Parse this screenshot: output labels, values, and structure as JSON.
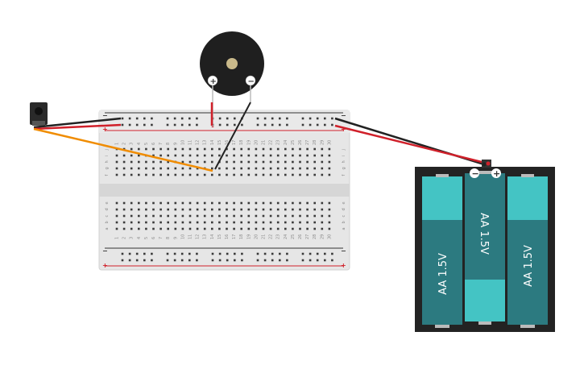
{
  "breadboard": {
    "column_numbers": [
      "1",
      "2",
      "3",
      "4",
      "5",
      "6",
      "7",
      "8",
      "9",
      "10",
      "11",
      "12",
      "13",
      "14",
      "15",
      "16",
      "17",
      "18",
      "19",
      "20",
      "21",
      "22",
      "23",
      "24",
      "25",
      "26",
      "27",
      "28",
      "29",
      "30"
    ],
    "row_letters_top": [
      "j",
      "i",
      "h",
      "g",
      "f"
    ],
    "row_letters_bottom": [
      "e",
      "d",
      "c",
      "b",
      "a"
    ],
    "rail_minus": "−",
    "rail_plus": "+"
  },
  "buzzer": {
    "plus_sign": "+",
    "minus_sign": "−"
  },
  "battery_pack": {
    "cell_label": "AA 1.5V",
    "terminal_minus": "−",
    "terminal_plus": "+"
  },
  "colors": {
    "wire_black": "#222222",
    "wire_red": "#d0202a",
    "wire_orange": "#f08c00",
    "battery_teal": "#2c7a80",
    "battery_cap": "#44c4c4"
  }
}
